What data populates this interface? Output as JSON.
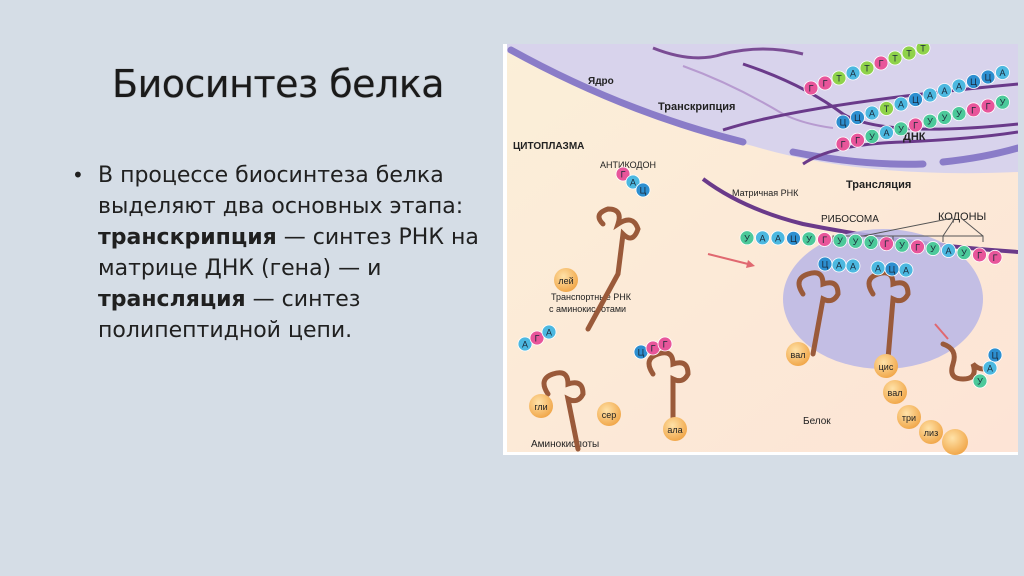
{
  "slide": {
    "title": "Биосинтез белка",
    "bullet": {
      "part1": "В процессе биосинтеза белка выделяют два основных этапа: ",
      "bold1": "транскрипция",
      "part2": " — синтез РНК на матрице ДНК (гена) — и ",
      "bold2": "трансляция",
      "part3": " — синтез полипептидной цепи."
    }
  },
  "figure": {
    "labels": {
      "nucleus": "Ядро",
      "transcription": "Транскрипция",
      "dna": "ДНК",
      "cytoplasm": "ЦИТОПЛАЗМА",
      "anticodon": "АНТИКОДОН",
      "mrna": "Матричная РНК",
      "translation": "Трансляция",
      "ribosome": "РИБОСОМА",
      "codons": "КОДОНЫ",
      "trna": "Транспортные РНК",
      "trna2": "с аминокислотами",
      "amino_acids": "Аминокислоты",
      "protein": "Белок"
    },
    "dna_strand_top": [
      "Г",
      "Г",
      "Т",
      "А",
      "Т",
      "Г",
      "Т",
      "Т",
      "Т"
    ],
    "dna_strand_mid": [
      "Ц",
      "Ц",
      "А",
      "Т",
      "А",
      "Ц",
      "А",
      "А",
      "А",
      "Ц",
      "Ц",
      "А"
    ],
    "rna_strand": [
      "Г",
      "Г",
      "У",
      "А",
      "У",
      "Г",
      "У",
      "У",
      "У",
      "Г",
      "Г",
      "У"
    ],
    "mrna_chain": [
      "У",
      "А",
      "А",
      "Ц",
      "У",
      "Г",
      "У",
      "У",
      "У",
      "Г",
      "У",
      "Г",
      "У",
      "А",
      "У",
      "Г",
      "Г"
    ],
    "ribosome_anticodons_1": [
      "Ц",
      "А",
      "А"
    ],
    "ribosome_anticodons_2": [
      "А",
      "Ц",
      "А"
    ],
    "trna_leu": {
      "anticodon": [
        "Г",
        "А",
        "Ц"
      ],
      "amino": "лей"
    },
    "trna_gly": {
      "anticodon": [
        "А",
        "Г",
        "А"
      ],
      "amino": "гли"
    },
    "trna_ala": {
      "anticodon": [
        "Ц",
        "Г",
        "Г"
      ],
      "amino": "ала"
    },
    "free_amino": "сер",
    "trna_val_amino": "вал",
    "protein_chain": [
      "цис",
      "вал",
      "три",
      "лиз"
    ],
    "leaving_trna": [
      "У",
      "А",
      "Ц"
    ],
    "colors": {
      "Г": "#e8559a",
      "Ц": "#2d8fd0",
      "А": "#4cb8e0",
      "Т": "#8fd24a",
      "У": "#4cc99a"
    }
  }
}
